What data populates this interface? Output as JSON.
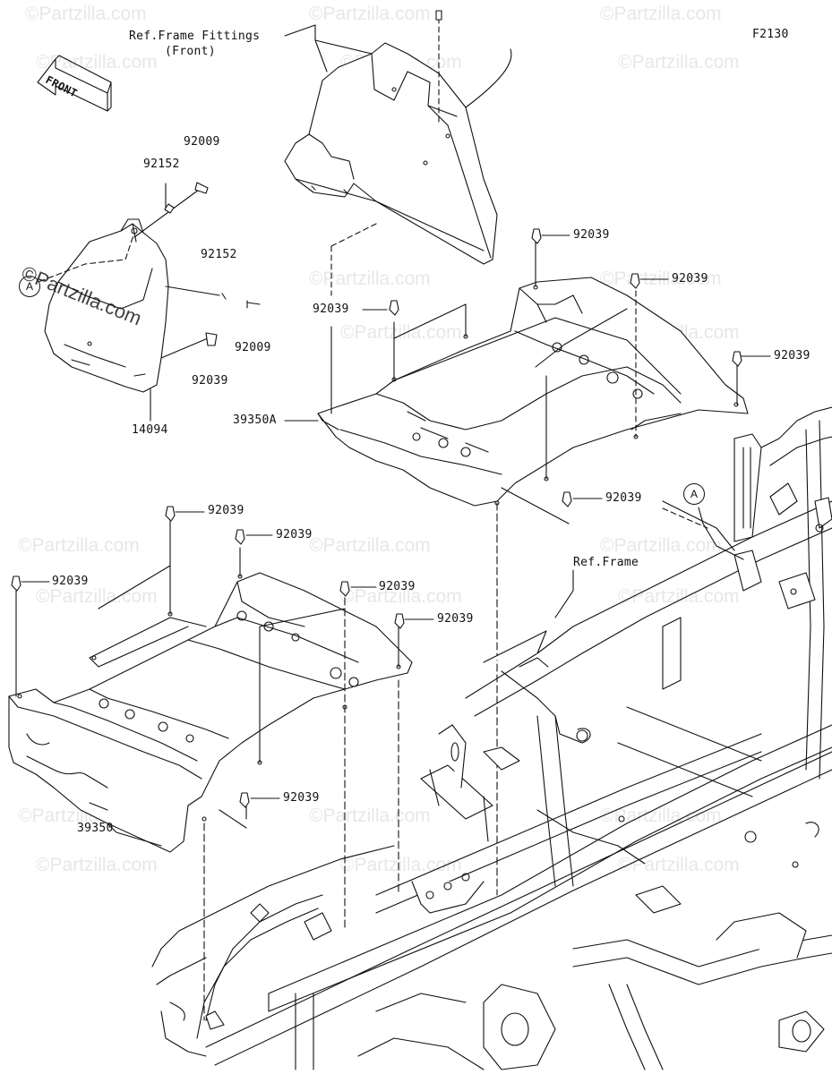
{
  "diagram": {
    "code": "F2130",
    "direction_label": "FRONT",
    "ref_frame_fittings": [
      "Ref.Frame Fittings",
      "(Front)"
    ],
    "ref_frame": "Ref.Frame",
    "callout_letter": "A",
    "watermark": "©Partzilla.com",
    "parts": {
      "p92009_top": "92009",
      "p92152_top": "92152",
      "p92152_mid": "92152",
      "p92009_mid": "92009",
      "p92039_small": "92039",
      "p14094": "14094",
      "p92039_a": "92039",
      "p92039_b": "92039",
      "p92039_c": "92039",
      "p92039_d": "92039",
      "p39350A": "39350A",
      "p92039_e": "92039",
      "p92039_f": "92039",
      "p92039_g": "92039",
      "p92039_h": "92039",
      "p92039_i": "92039",
      "p92039_j": "92039",
      "p92039_k": "92039",
      "p39350": "39350"
    }
  }
}
